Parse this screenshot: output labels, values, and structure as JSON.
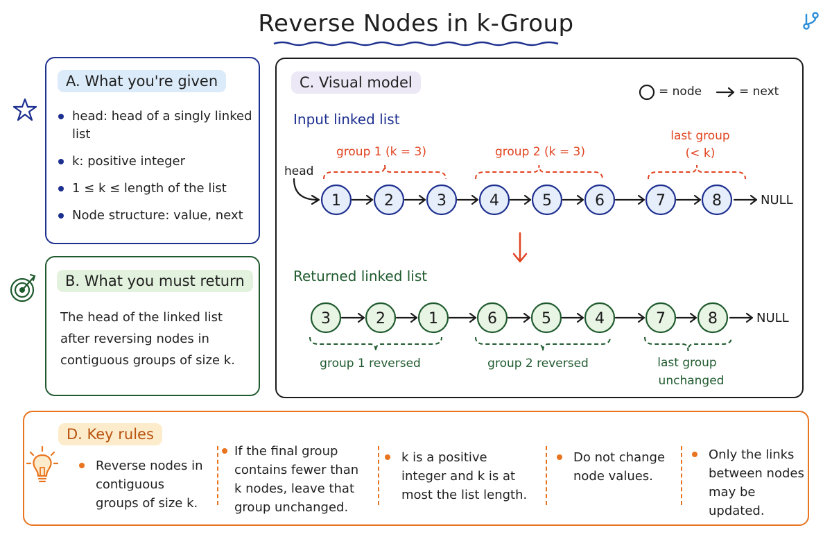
{
  "title": "Reverse Nodes in k-Group",
  "colors": {
    "given_border": "#1d2f8f",
    "return_border": "#1f5a2e",
    "model_border": "#1a1a1a",
    "rules_border": "#e8741f",
    "group_red": "#e0431f",
    "returned_green": "#1f5a2e",
    "input_blue": "#1d2f8f"
  },
  "icons": [
    "branch-icon",
    "star-icon",
    "target-icon",
    "lightbulb-icon"
  ],
  "given": {
    "heading": "A. What you're given",
    "items": [
      "head: head of a singly linked list",
      "k: positive integer",
      "1 ≤ k ≤ length of the list",
      "Node structure: value, next"
    ]
  },
  "return": {
    "heading": "B. What you must return",
    "text": "The head of the linked list after reversing nodes in contiguous groups of size k."
  },
  "model": {
    "heading": "C. Visual model",
    "legend": {
      "node": "= node",
      "next": "= next"
    },
    "input_label": "Input linked list",
    "head_label": "head",
    "input_nodes": [
      "1",
      "2",
      "3",
      "4",
      "5",
      "6",
      "7",
      "8"
    ],
    "input_groups": [
      "group 1 (k = 3)",
      "group 2 (k = 3)",
      "last group",
      "(< k)"
    ],
    "null_label": "NULL",
    "returned_label": "Returned linked list",
    "returned_nodes": [
      "3",
      "2",
      "1",
      "6",
      "5",
      "4",
      "7",
      "8"
    ],
    "returned_groups": [
      "group 1 reversed",
      "group 2 reversed",
      "last group",
      "unchanged"
    ]
  },
  "rules": {
    "heading": "D. Key rules",
    "items": [
      "Reverse nodes in contiguous groups of size k.",
      "If the final group contains fewer than k nodes, leave that group unchanged.",
      "k is a positive integer and k is at most the list length.",
      "Do not change node values.",
      "Only the links between nodes may be updated."
    ]
  }
}
